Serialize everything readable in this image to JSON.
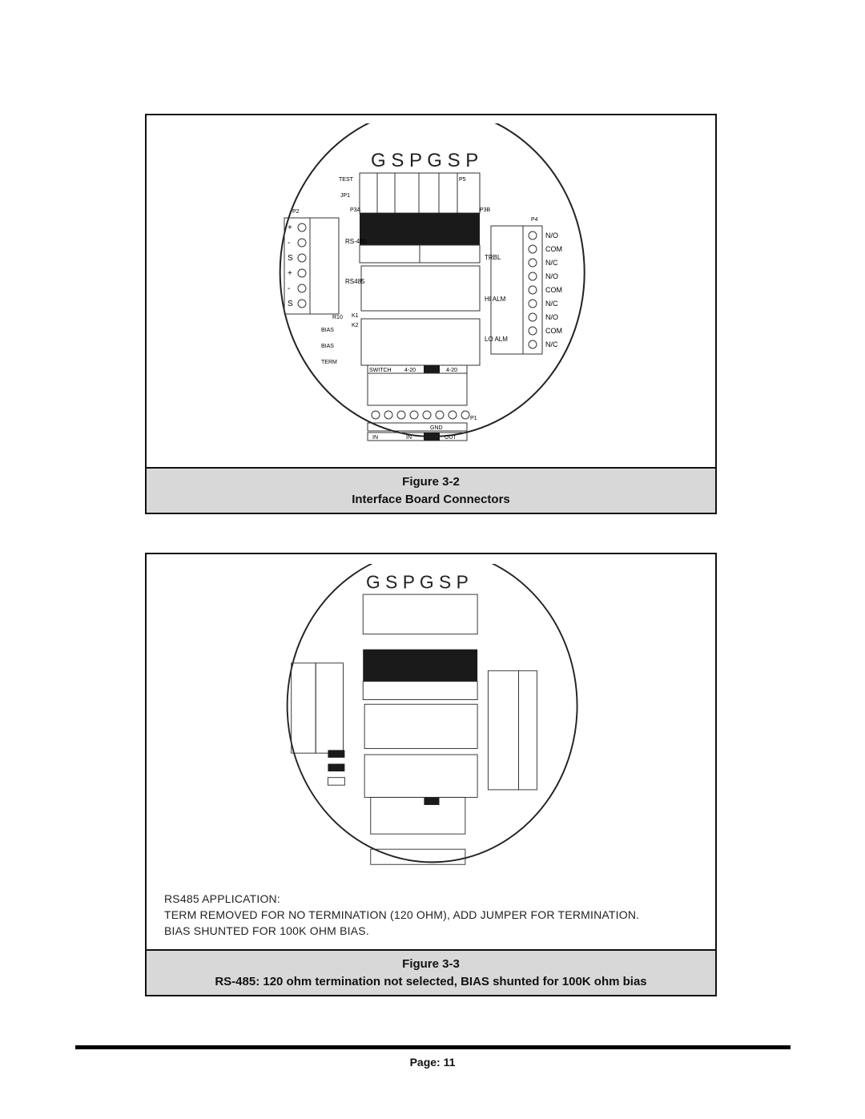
{
  "figure1": {
    "caption_number": "Figure 3-2",
    "caption_title": "Interface Board Connectors",
    "board": {
      "top_letters": "G S P G S P",
      "labels": {
        "test": "TEST",
        "jp1": "JP1",
        "p3a": "P3A",
        "p3b": "P3B",
        "p5": "P5",
        "p2": "P2",
        "p4": "P4",
        "rs485_a": "RS-485",
        "rs485_b": "RS485",
        "k1": "K1",
        "k2": "K2",
        "r10": "R10",
        "bias1": "BIAS",
        "bias2": "BIAS",
        "term": "TERM",
        "trbl": "TRBL",
        "hi_alm": "HI ALM",
        "lo_alm": "LO ALM",
        "switch": "SWITCH",
        "in420a": "4-20",
        "in420b": "4-20",
        "p1": "P1",
        "gnd": "GND",
        "in1": "IN",
        "in2": "IN",
        "out": "OUT"
      },
      "left_terminals": [
        "+",
        "-",
        "S",
        "+",
        "-",
        "S"
      ],
      "relay_terminals": [
        "N/O",
        "COM",
        "N/C",
        "N/O",
        "COM",
        "N/C",
        "N/O",
        "COM",
        "N/C"
      ]
    }
  },
  "figure2": {
    "caption_number": "Figure 3-3",
    "caption_title": "RS-485: 120 ohm termination not selected, BIAS shunted for 100K ohm bias",
    "note_lines": [
      "RS485 APPLICATION:",
      "TERM REMOVED FOR NO TERMINATION (120 OHM), ADD JUMPER FOR TERMINATION.",
      "BIAS SHUNTED FOR 100K OHM BIAS."
    ]
  },
  "footer": {
    "page_label": "Page:  11"
  }
}
